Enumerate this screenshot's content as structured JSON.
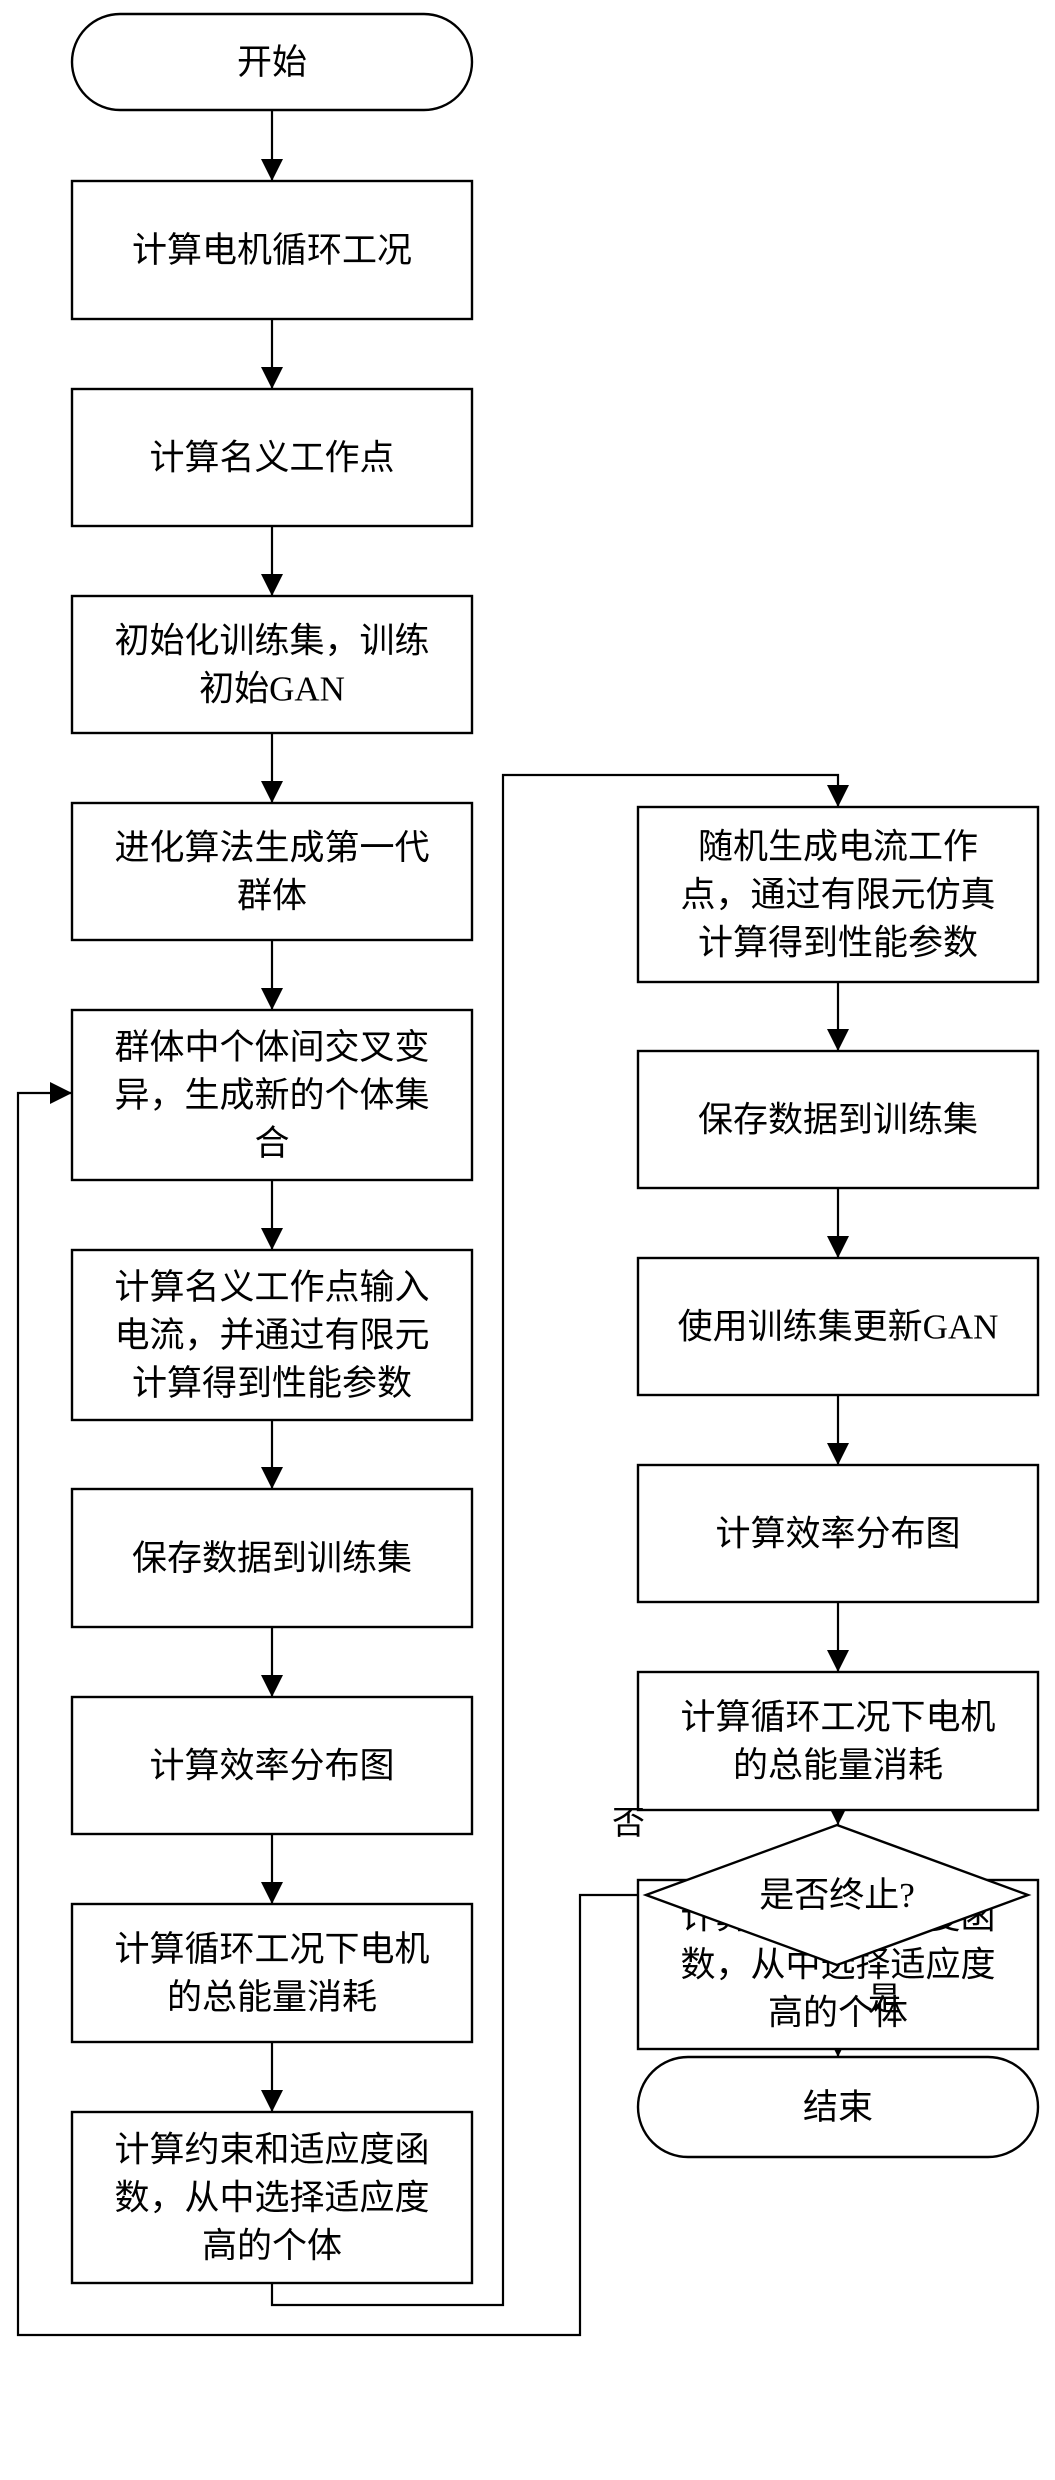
{
  "flowchart": {
    "start": "开始",
    "left_column": [
      [
        "计算电机循环工况"
      ],
      [
        "计算名义工作点"
      ],
      [
        "初始化训练集，训练",
        "初始GAN"
      ],
      [
        "进化算法生成第一代",
        "群体"
      ],
      [
        "群体中个体间交叉变",
        "异，生成新的个体集",
        "合"
      ],
      [
        "计算名义工作点输入",
        "电流，并通过有限元",
        "计算得到性能参数"
      ],
      [
        "保存数据到训练集"
      ],
      [
        "计算效率分布图"
      ],
      [
        "计算循环工况下电机",
        "的总能量消耗"
      ],
      [
        "计算约束和适应度函",
        "数，从中选择适应度",
        "高的个体"
      ]
    ],
    "right_column": [
      [
        "随机生成电流工作",
        "点，通过有限元仿真",
        "计算得到性能参数"
      ],
      [
        "保存数据到训练集"
      ],
      [
        "使用训练集更新GAN"
      ],
      [
        "计算效率分布图"
      ],
      [
        "计算循环工况下电机",
        "的总能量消耗"
      ],
      [
        "计算约束和适应度函",
        "数，从中选择适应度",
        "高的个体"
      ]
    ],
    "decision": "是否终止?",
    "no_label": "否",
    "yes_label": "是",
    "end": "结束"
  }
}
